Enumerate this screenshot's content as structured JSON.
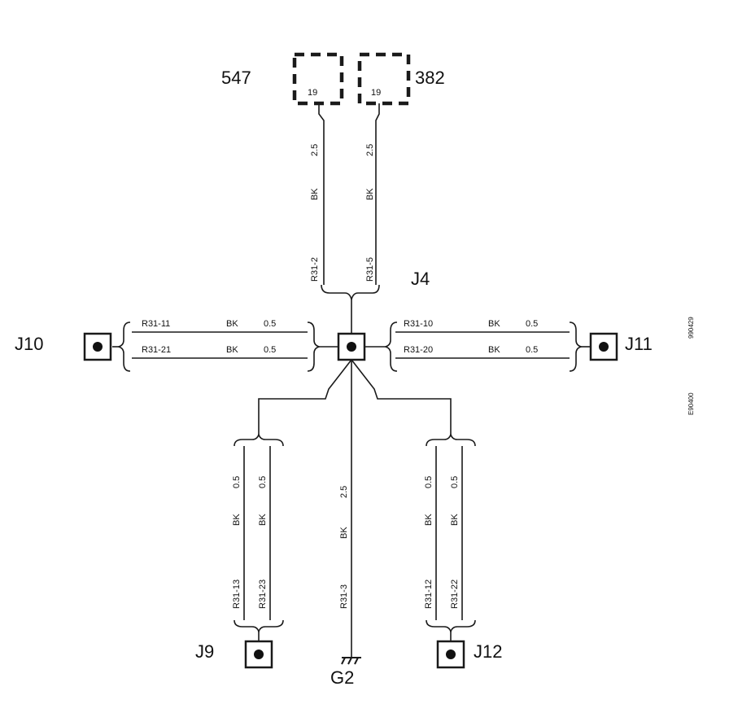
{
  "components": {
    "left": {
      "id": "547",
      "pin": "19"
    },
    "right": {
      "id": "382",
      "pin": "19"
    }
  },
  "connectors": {
    "j4": "J4",
    "j10": "J10",
    "j11": "J11",
    "j9": "J9",
    "j12": "J12",
    "ground": "G2"
  },
  "wires": {
    "upper_left": {
      "size": "2.5",
      "color": "BK",
      "code": "R31-2"
    },
    "upper_right": {
      "size": "2.5",
      "color": "BK",
      "code": "R31-5"
    },
    "left_top": {
      "code": "R31-11",
      "color": "BK",
      "size": "0.5"
    },
    "left_bottom": {
      "code": "R31-21",
      "color": "BK",
      "size": "0.5"
    },
    "right_top": {
      "code": "R31-10",
      "color": "BK",
      "size": "0.5"
    },
    "right_bottom": {
      "code": "R31-20",
      "color": "BK",
      "size": "0.5"
    },
    "j9_left": {
      "size": "0.5",
      "color": "BK",
      "code": "R31-13"
    },
    "j9_right": {
      "size": "0.5",
      "color": "BK",
      "code": "R31-23"
    },
    "center": {
      "size": "2.5",
      "color": "BK",
      "code": "R31-3"
    },
    "j12_left": {
      "size": "0.5",
      "color": "BK",
      "code": "R31-12"
    },
    "j12_right": {
      "size": "0.5",
      "color": "BK",
      "code": "R31-22"
    }
  },
  "side_codes": {
    "top": "990429",
    "bottom": "E90400"
  }
}
